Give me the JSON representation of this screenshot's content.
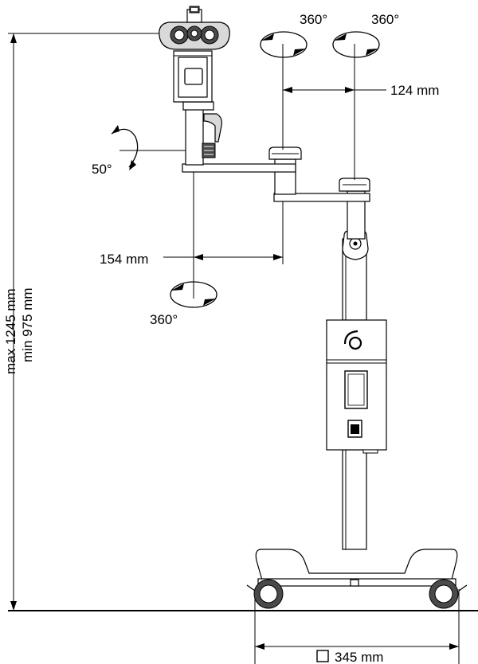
{
  "labels": {
    "rot_top_left": "360°",
    "rot_top_right": "360°",
    "arm_offset_top": "124 mm",
    "tilt": "50°",
    "arm_offset_bottom": "154 mm",
    "rot_bottom": "360°",
    "height_max": "max 1245 mm",
    "height_min": "min 975 mm",
    "base_width": "345 mm"
  },
  "icons": {
    "base_square": "square-symbol-icon",
    "brand_logo": "brand-logo-icon"
  }
}
